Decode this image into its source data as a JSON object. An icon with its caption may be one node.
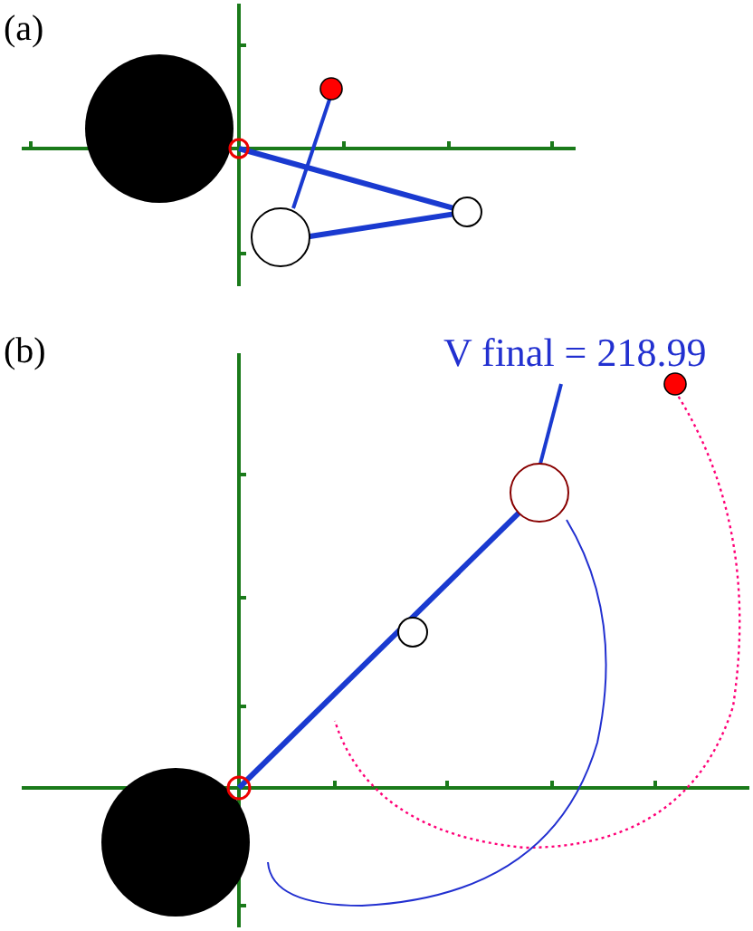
{
  "diagram": {
    "labels": [
      "(a)",
      "(b)",
      "V final = 218.99"
    ]
  }
}
